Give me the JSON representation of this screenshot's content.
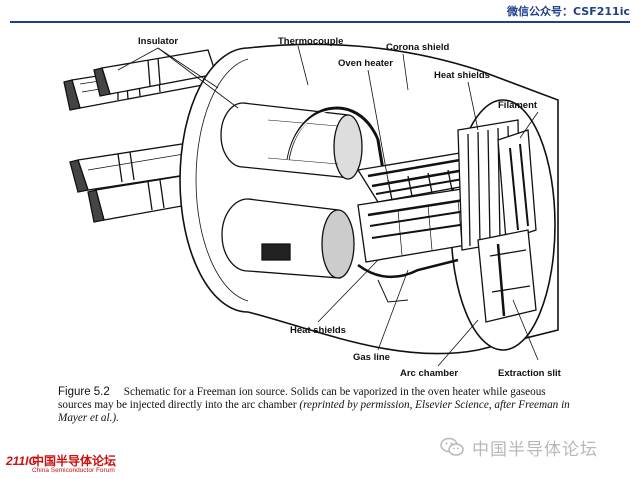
{
  "header": {
    "account": "微信公众号：CSF211ic"
  },
  "figure": {
    "labels": {
      "insulator": "Insulator",
      "thermocouple": "Thermocouple",
      "corona_shield": "Corona shield",
      "oven_heater": "Oven heater",
      "heat_shields_top": "Heat shields",
      "filament": "Filament",
      "heat_shields_bottom": "Heat shields",
      "gas_line": "Gas line",
      "arc_chamber": "Arc chamber",
      "extraction_slit": "Extraction slit"
    }
  },
  "caption": {
    "figure_number": "Figure 5.2",
    "text": "Schematic for a Freeman ion source. Solids can be vaporized in the oven heater while gaseous sources may be injected directly into the arc chamber ",
    "citation": "(reprinted by permission, Elsevier Science, after Freeman in Mayer et al.)."
  },
  "watermark": {
    "text": "中国半导体论坛"
  },
  "brand": {
    "mark": "211IC",
    "name_cn": "中国半导体论坛",
    "name_en": "China Semiconductor Forum"
  }
}
